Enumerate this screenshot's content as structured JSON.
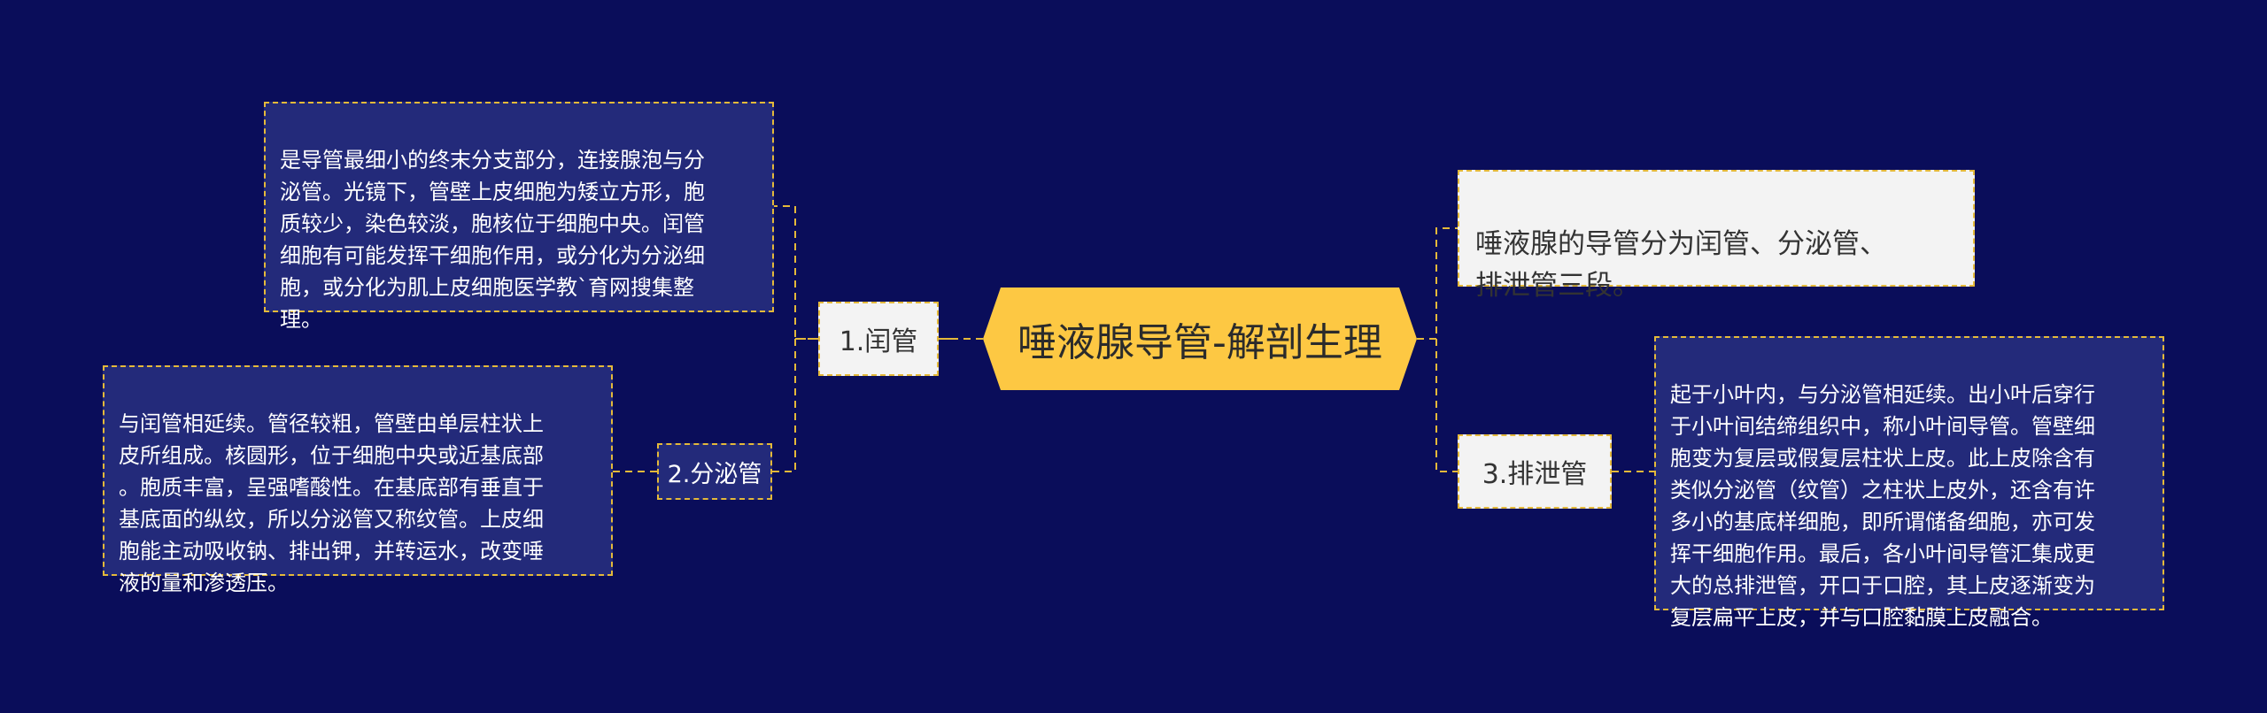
{
  "diagram": {
    "root": {
      "label": "唾液腺导管-解剖生理"
    },
    "nodes": [
      {
        "label": "1.闰管",
        "description": "是导管最细小的终末分支部分，连接腺泡与分\n泌管。光镜下，管壁上皮细胞为矮立方形，胞\n质较少，染色较淡，胞核位于细胞中央。闰管\n细胞有可能发挥干细胞作用，或分化为分泌细\n胞，或分化为肌上皮细胞医学教`育网搜集整\n理。"
      },
      {
        "label": "2.分泌管",
        "description": "与闰管相延续。管径较粗，管壁由单层柱状上\n皮所组成。核圆形，位于细胞中央或近基底部\n。胞质丰富，呈强嗜酸性。在基底部有垂直于\n基底面的纵纹，所以分泌管又称纹管。上皮细\n胞能主动吸收钠、排出钾，并转运水，改变唾\n液的量和渗透压。"
      },
      {
        "label": "唾液腺的导管分为闰管、分泌管、\n排泄管三段。"
      },
      {
        "label": "3.排泄管",
        "description": "起于小叶内，与分泌管相延续。出小叶后穿行\n于小叶间结缔组织中，称小叶间导管。管壁细\n胞变为复层或假复层柱状上皮。此上皮除含有\n类似分泌管（纹管）之柱状上皮外，还含有许\n多小的基底样细胞，即所谓储备细胞，亦可发\n挥干细胞作用。最后，各小叶间导管汇集成更\n大的总排泄管，开口于口腔，其上皮逐渐变为\n复层扁平上皮，并与口腔黏膜上皮融合。"
      }
    ]
  },
  "colors": {
    "background": "#0a0d5a",
    "root_fill": "#fdc843",
    "connector": "#e4b93a",
    "box_dark": "#232a7a",
    "box_light": "#f3f3f3"
  }
}
